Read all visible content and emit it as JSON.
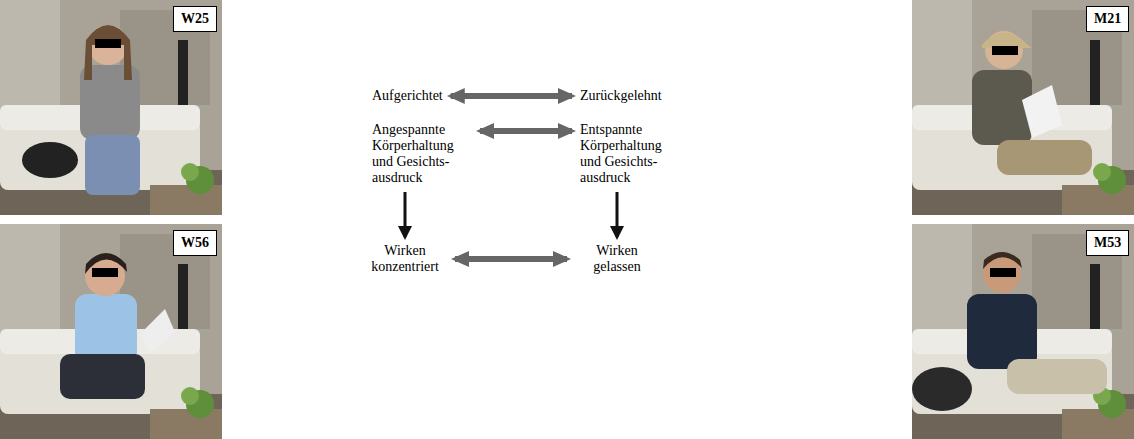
{
  "diagram": {
    "nodes": [
      {
        "text": [
          "W25"
        ]
      },
      {
        "text": [
          "Aufgerichtet"
        ]
      },
      {
        "text": [
          "Zurückgelehnt"
        ]
      },
      {
        "text": [
          "M21"
        ]
      },
      {
        "text": [
          "Angespannte Körperhaltung und Gesichts- ausdruck"
        ]
      },
      {
        "text": [
          "Entspannte Körperhaltung und Gesichts- ausdruck"
        ]
      },
      {
        "text": [
          "W56"
        ]
      },
      {
        "text": [
          "M53"
        ]
      },
      {
        "text": [
          "Wirken konzentriert"
        ]
      },
      {
        "text": [
          "Wirken gelassen"
        ]
      }
    ],
    "edges": [
      {
        "from": 1,
        "to": 2,
        "arrow": "both"
      },
      {
        "from": 4,
        "to": 5,
        "arrow": "both"
      },
      {
        "from": 4,
        "to": 8,
        "arrow": "to"
      },
      {
        "from": 5,
        "to": 9,
        "arrow": "to"
      },
      {
        "from": 8,
        "to": 9,
        "arrow": "both"
      }
    ]
  }
}
